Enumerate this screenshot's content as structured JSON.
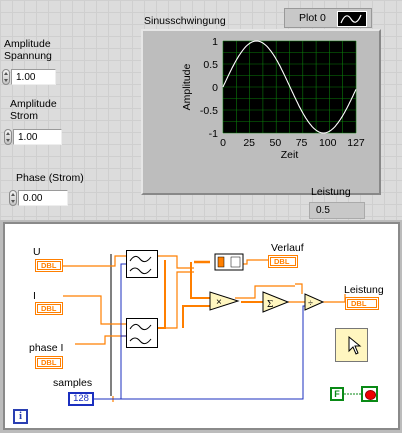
{
  "front_panel": {
    "amplitude_voltage": {
      "label_line1": "Amplitude",
      "label_line2": "Spannung",
      "value": "1.00"
    },
    "amplitude_current": {
      "label_line1": "Amplitude",
      "label_line2": "Strom",
      "value": "1.00"
    },
    "phase_current": {
      "label": "Phase (Strom)",
      "value": "0.00"
    },
    "graph": {
      "title": "Sinusschwingung",
      "legend_label": "Plot 0",
      "xlabel": "Zeit",
      "ylabel": "Amplitude",
      "x_ticks": [
        "0",
        "25",
        "50",
        "75",
        "100",
        "127"
      ],
      "y_ticks": [
        "1",
        "0.5",
        "0",
        "-0.5",
        "-1"
      ],
      "background": "#000000",
      "grid_color": "#0a7a0a",
      "trace_color": "#ffffff"
    },
    "power": {
      "label": "Leistung",
      "value": "0.5"
    }
  },
  "chart_data": {
    "type": "line",
    "title": "Sinusschwingung",
    "xlabel": "Zeit",
    "ylabel": "Amplitude",
    "xlim": [
      0,
      127
    ],
    "ylim": [
      -1,
      1
    ],
    "grid": true,
    "legend": "top-right",
    "series": [
      {
        "name": "Plot 0",
        "x": [
          0,
          8,
          16,
          24,
          32,
          40,
          48,
          56,
          64,
          72,
          80,
          88,
          96,
          104,
          112,
          120,
          127
        ],
        "y": [
          0,
          0.38,
          0.71,
          0.92,
          1.0,
          0.92,
          0.71,
          0.38,
          0,
          -0.38,
          -0.71,
          -0.92,
          -1.0,
          -0.92,
          -0.71,
          -0.38,
          0
        ]
      }
    ]
  },
  "block_diagram": {
    "labels": {
      "u": "U",
      "i": "I",
      "phase": "phase I",
      "samples": "samples",
      "verlauf": "Verlauf",
      "leistung": "Leistung"
    },
    "terminal_text": "DBL",
    "samples_value": "128",
    "bool_const": "F",
    "info_glyph": "i",
    "colors": {
      "double_wire": "#ff7f00",
      "int_wire": "#1b2fbf",
      "bool_wire": "#0a8a16"
    }
  }
}
